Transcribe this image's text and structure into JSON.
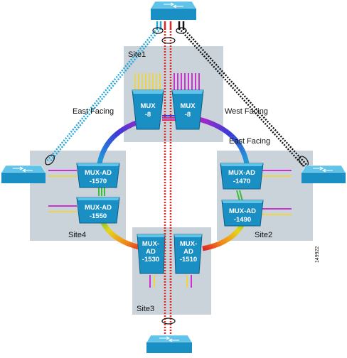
{
  "sites": {
    "site1": "Site1",
    "site2": "Site2",
    "site3": "Site3",
    "site4": "Site4"
  },
  "directions": {
    "east_facing_left": "East Facing",
    "west_facing": "West Facing",
    "east_facing_right": "East Facing"
  },
  "mux_left": {
    "line1": "MUX",
    "line2": "-8"
  },
  "mux_right": {
    "line1": "MUX",
    "line2": "-8"
  },
  "muxad_1570": {
    "line1": "MUX-AD",
    "line2": "-1570"
  },
  "muxad_1550": {
    "line1": "MUX-AD",
    "line2": "-1550"
  },
  "muxad_1470": {
    "line1": "MUX-AD",
    "line2": "-1470"
  },
  "muxad_1490": {
    "line1": "MUX-AD",
    "line2": "-1490"
  },
  "muxad_1530": {
    "line1": "MUX-",
    "line2": "AD",
    "line3": "-1530"
  },
  "muxad_1510": {
    "line1": "MUX-",
    "line2": "AD",
    "line3": "-1510"
  },
  "figure_id": "149922",
  "colors": {
    "site_bg": "#c9d3d9",
    "device_blue": "#1a8fc4",
    "device_top": "#5fc3ea",
    "fiber_red": "#e8231d",
    "fiber_blue": "#22a7d8",
    "fiber_black": "#111111"
  }
}
